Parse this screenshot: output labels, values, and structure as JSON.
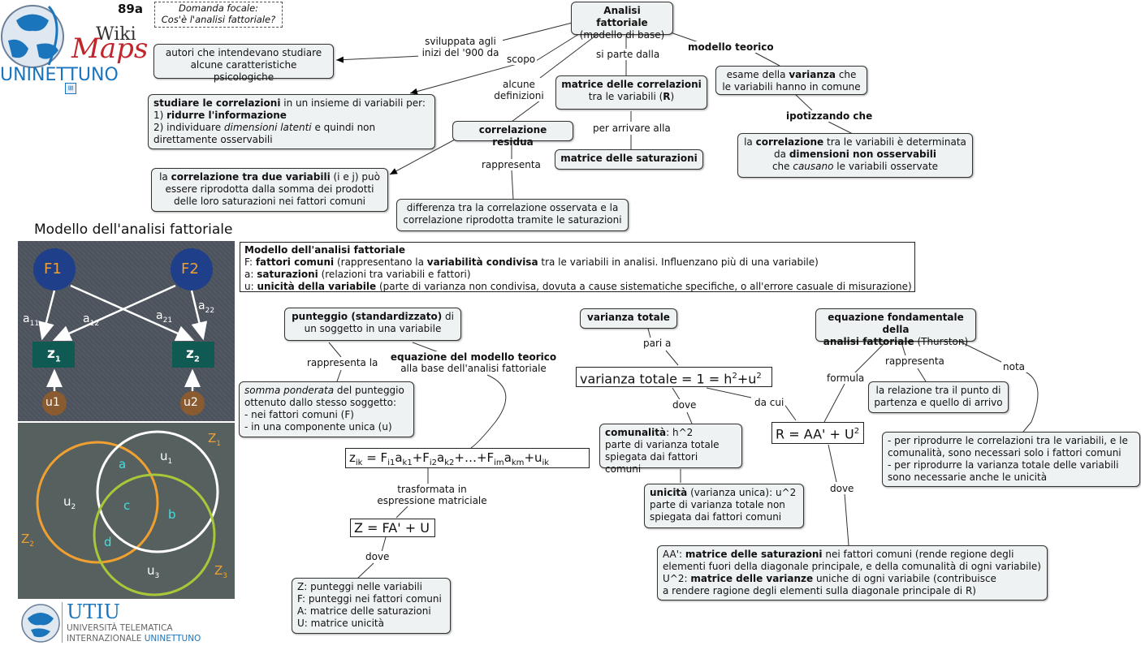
{
  "header": {
    "page_number": "89a",
    "focal_question_line1": "Domanda focale:",
    "focal_question_line2": "Cos'è l'analisi fattoriale?"
  },
  "logo": {
    "wiki": "Wiki",
    "maps": "Maps",
    "uninettuno": "UNINETTUNO",
    "globe_icon": "globe-icon"
  },
  "nodes": {
    "analisi": {
      "title": "Analisi fattoriale",
      "sub": "(modello di base)"
    },
    "autori": {
      "line1": "autori che intendevano studiare",
      "line2": "alcune caratteristiche psicologiche"
    },
    "studiare": {
      "l1_bold": "studiare le correlazioni",
      "l1_rest": " in un insieme di variabili per:",
      "l2_pre": "1) ",
      "l2_bold": "ridurre l'informazione",
      "l3_pre": "2) individuare ",
      "l3_ital": "dimensioni latenti",
      "l3_rest": "  e quindi non",
      "l4": "direttamente osservabili"
    },
    "correlazione_residua": "correlazione residua",
    "matrice_corr": {
      "title": "matrice delle correlazioni",
      "sub_pre": "tra le variabili (",
      "sub_bold": "R",
      "sub_post": ")"
    },
    "matrice_sat": "matrice delle saturazioni",
    "esame": {
      "pre": "esame della ",
      "bold": "varianza",
      "post": " che",
      "line2": "le variabili hanno in comune"
    },
    "latente": {
      "l1_pre": "la ",
      "l1_bold": "correlazione",
      "l1_post": " tra le variabili è determinata",
      "l2_pre": "da ",
      "l2_bold": "dimensioni non osservabili",
      "l3_pre": "che ",
      "l3_ital": "causano",
      "l3_post": "  le variabili osservate"
    },
    "corr_due": {
      "l1_pre": "la ",
      "l1_bold": "correlazione tra due variabili",
      "l1_post": " (i e j) può",
      "l2": "essere riprodotta dalla somma dei prodotti",
      "l3": "delle loro saturazioni nei fattori comuni"
    },
    "differenza": {
      "line1": "differenza tra la correlazione osservata e la",
      "line2": "correlazione riprodotta tramite le saturazioni"
    },
    "punteggio": {
      "bold": "punteggio (standardizzato)",
      "post": " di",
      "line2": "un soggetto in una variabile"
    },
    "somma": {
      "l1_ital": "somma ponderata",
      "l1_post": "  del punteggio",
      "l2": "ottenuto dallo stesso soggetto:",
      "l3": "- nei fattori comuni (F)",
      "l4": "- in una componente unica (u)"
    },
    "zvars": {
      "l1": "Z: punteggi nelle variabili",
      "l2": "F: punteggi nei fattori comuni",
      "l3": "A: matrice delle saturazioni",
      "l4": "U: matrice unicità"
    },
    "varianza_totale": "varianza totale",
    "comunalita": {
      "bold": "comunalità",
      "post": ": h^2",
      "l2": "parte di varianza totale",
      "l3": "spiegata dai fattori comuni"
    },
    "unicita": {
      "bold": "unicità",
      "post": " (varianza unica): u^2",
      "l2": "parte di varianza totale non",
      "l3": "spiegata dai fattori comuni"
    },
    "equazione_fond": {
      "l1": "equazione fondamentale della",
      "l2": "analisi fattoriale",
      "l2_post": " (Thurston)"
    },
    "relazione": {
      "l1": "la relazione tra il punto di",
      "l2": "partenza e quello di arrivo"
    },
    "nota_box": {
      "l1": "- per riprodurre le correlazioni tra le variabili, e le",
      "l2": "comunalità, sono necessari solo i fattori comuni",
      "l3": "- per riprodurre la varianza totale delle variabili",
      "l4": "sono necessarie anche le unicità"
    },
    "aa_box": {
      "l1_pre": "AA': ",
      "l1_bold": "matrice delle saturazioni",
      "l1_post": " nei fattori comuni (rende regione degli",
      "l2": "elementi fuori della diagonale principale, e della comunalità di ogni variabile)",
      "l3_pre": "U^2: ",
      "l3_bold": "matrice delle varianze",
      "l3_post": " uniche di ogni variabile (contribuisce",
      "l4": "a rendere ragione degli elementi sulla diagonale principale di R)"
    }
  },
  "labels": {
    "sviluppata": "sviluppata agli",
    "sviluppata2": "inizi del '900 da",
    "scopo": "scopo",
    "alcune": "alcune",
    "definizioni": "definizioni",
    "si_parte": "si parte dalla",
    "modello_teorico": "modello teorico",
    "ipotizzando": "ipotizzando che",
    "per_arrivare": "per arrivare alla",
    "rappresenta": "rappresenta",
    "rappresenta_la": "rappresenta la",
    "eq_modello_bold": "equazione del modello teorico",
    "eq_modello_sub": "alla base dell'analisi fattoriale",
    "trasformata1": "trasformata in",
    "trasformata2": "espressione matriciale",
    "dove": "dove",
    "pari_a": "pari a",
    "dove2": "dove",
    "da_cui": "da cui",
    "formula": "formula",
    "rappresenta2": "rappresenta",
    "nota": "nota",
    "dove3": "dove"
  },
  "equations": {
    "z_ik": "z",
    "z_ik_sub": "ik",
    "eq_body": " = F",
    "matrix": "Z = FA' + U",
    "varianza": "varianza totale = 1 = h",
    "varianza_plus": "+u",
    "r_eq": "R = AA' + U",
    "sq": "2"
  },
  "model_box": {
    "title": "Modello dell'analisi fattoriale",
    "l1_pre": "F: ",
    "l1_bold": "fattori comuni",
    "l1_mid": " (rappresentano la ",
    "l1_bold2": "variabilità condivisa",
    "l1_post": " tra le variabili in analisi. Influenzano più di una variabile)",
    "l2_pre": "a: ",
    "l2_bold": "saturazioni",
    "l2_post": " (relazioni tra variabili e fattori)",
    "l3_pre": "u: ",
    "l3_bold": "unicità della variabile",
    "l3_post": " (parte di varianza non condivisa, dovuta a cause sistematiche specifiche, o all'errore casuale di misurazione)"
  },
  "figure": {
    "title": "Modello dell'analisi fattoriale",
    "F1": "F1",
    "F2": "F2",
    "a11": "a",
    "a11s": "11",
    "a12": "a",
    "a12s": "12",
    "a21": "a",
    "a21s": "21",
    "a22": "a",
    "a22s": "22",
    "z1": "z",
    "z1s": "1",
    "z2": "z",
    "z2s": "2",
    "u1": "u1",
    "u2": "u2",
    "venn": {
      "Z1": "Z",
      "Z1s": "1",
      "Z2": "Z",
      "Z2s": "2",
      "Z3": "Z",
      "Z3s": "3",
      "u1": "u",
      "u1s": "1",
      "u2": "u",
      "u2s": "2",
      "u3": "u",
      "u3s": "3",
      "a": "a",
      "b": "b",
      "c": "c",
      "d": "d"
    }
  },
  "footer_logo": {
    "utiu": "UTIU",
    "line1": "UNIVERSITÀ TELEMATICA",
    "line2a": "INTERNAZIONALE ",
    "line2b": "UNINETTUNO"
  },
  "colors": {
    "node_bg": "#eef2f3",
    "factor": "#1f3f8a",
    "z_box": "#0f5a52",
    "u_circle": "#8a5a30",
    "orange": "#f0a030",
    "green": "#a8c83a",
    "cyan": "#3fe0e0",
    "logo_red": "#c0262c",
    "logo_blue": "#1b75bc"
  }
}
